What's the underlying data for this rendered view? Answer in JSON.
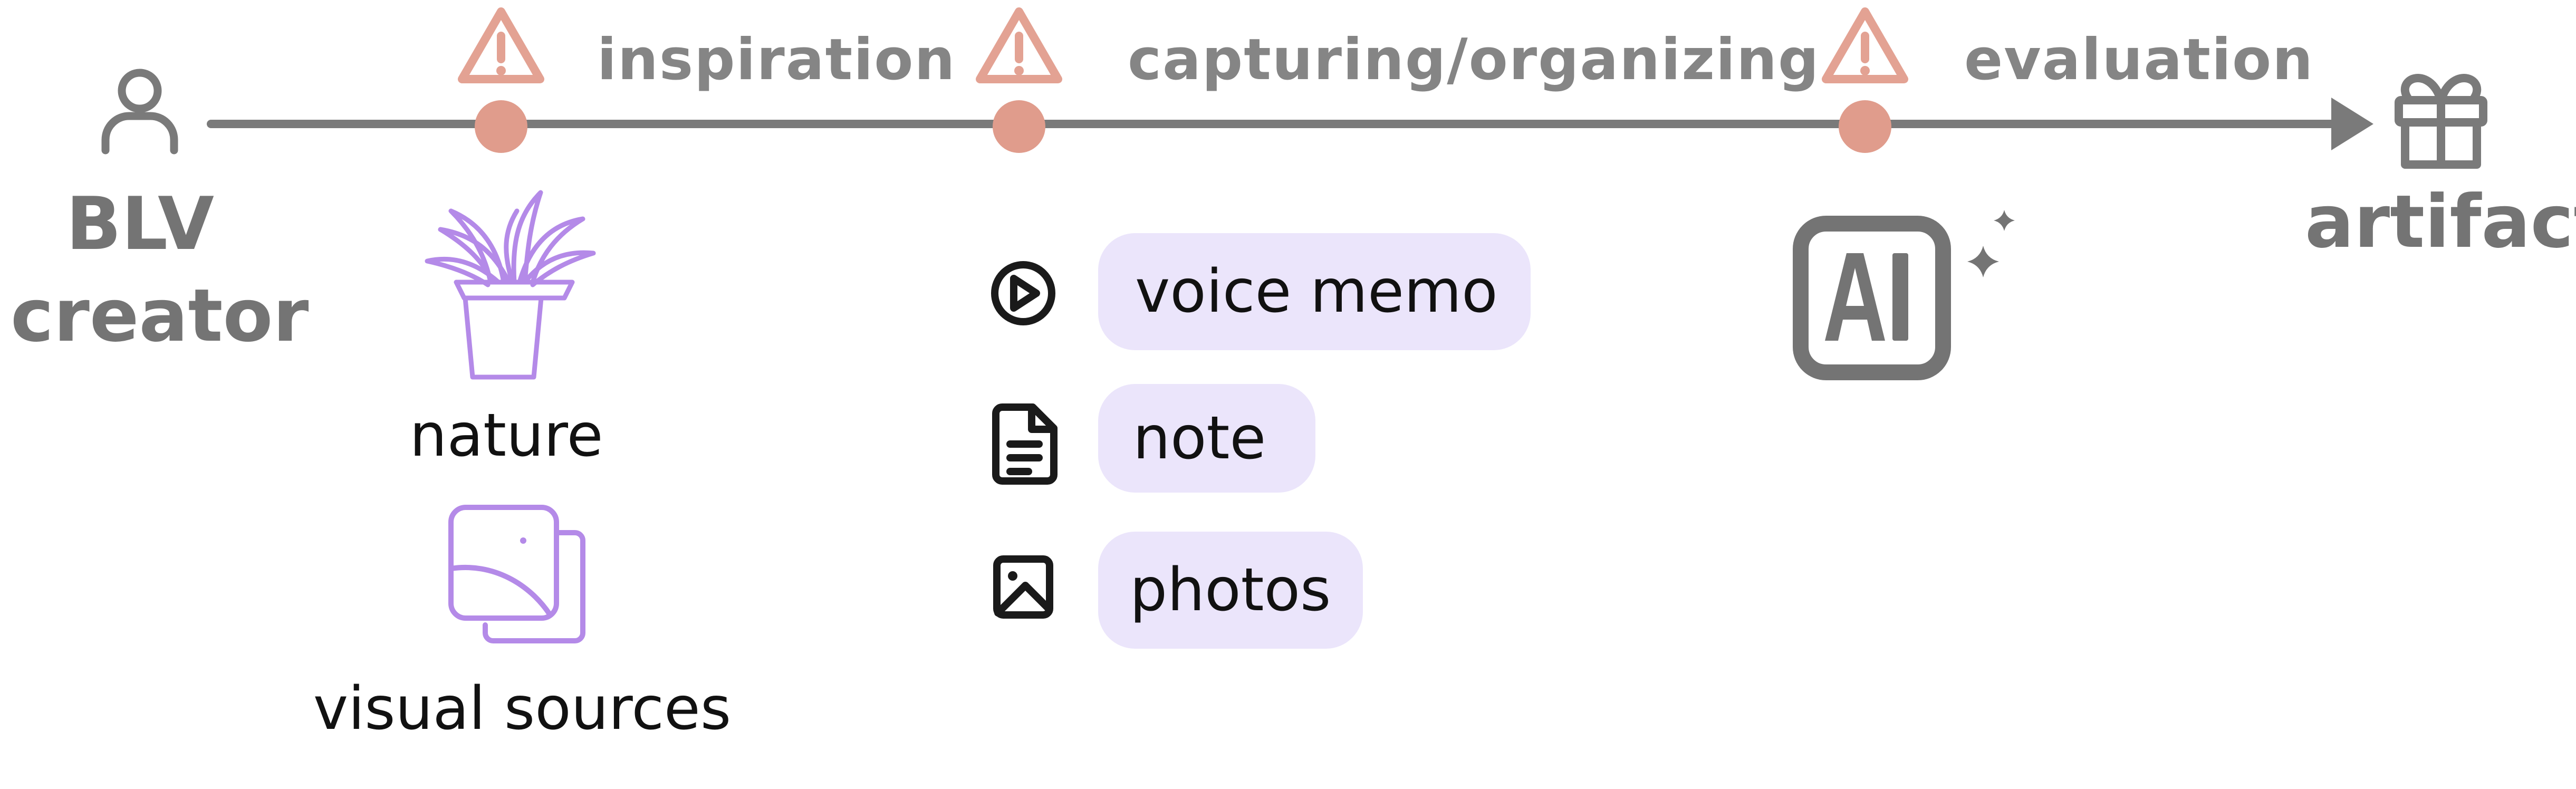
{
  "timeline": {
    "start": {
      "label_line1": "BLV",
      "label_line2": "creator",
      "icon": "person-icon"
    },
    "end": {
      "label": "artifact",
      "icon": "gift-icon"
    },
    "stages": [
      {
        "label": "inspiration",
        "marker_icon": "warning-icon"
      },
      {
        "label": "capturing/organizing",
        "marker_icon": "warning-icon"
      },
      {
        "label": "evaluation",
        "marker_icon": "warning-icon"
      }
    ]
  },
  "inspiration_sources": [
    {
      "label": "nature",
      "icon": "potted-plant-icon"
    },
    {
      "label": "visual sources",
      "icon": "image-stack-icon"
    }
  ],
  "capture_formats": [
    {
      "label": "voice memo",
      "icon": "play-circle-icon"
    },
    {
      "label": "note",
      "icon": "document-icon"
    },
    {
      "label": "photos",
      "icon": "image-icon"
    }
  ],
  "evaluation_tool": {
    "label": "AI",
    "icon": "ai-sparkle-icon"
  },
  "colors": {
    "timeline": "#7a7a7a",
    "warning": "#e3a293",
    "node": "#e09c8c",
    "source_icon": "#b48ae8",
    "pill_fill": "#ebe5fb",
    "format_icon": "#1a1a1a"
  }
}
